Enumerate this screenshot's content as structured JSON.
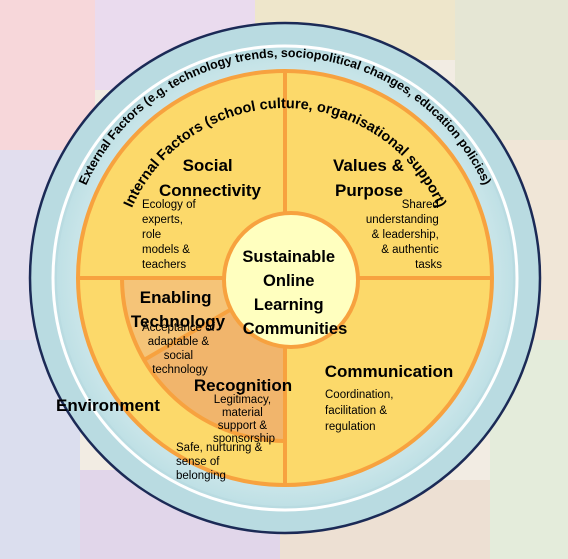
{
  "outer_ring": {
    "label": "External Factors (e.g. technology trends, sociopolitical changes, education policies)"
  },
  "inner_ring": {
    "label": "Internal Factors (school culture, organisational support)"
  },
  "center": {
    "lines": [
      "Sustainable",
      "Online",
      "Learning",
      "Communities"
    ]
  },
  "environment": {
    "label": "Environment",
    "lines": [
      "Safe, nurturing &",
      "sense of",
      "belonging"
    ]
  },
  "social": {
    "title": [
      "Social",
      "Connectivity"
    ],
    "desc": [
      "Ecology of",
      "experts,",
      "role",
      "models &",
      "teachers"
    ]
  },
  "values": {
    "title": [
      "Values &",
      "Purpose"
    ],
    "desc": [
      "Shared",
      "understanding",
      "& leadership,",
      "& authentic",
      "tasks"
    ]
  },
  "technology": {
    "title": [
      "Enabling",
      "Technology"
    ],
    "desc": [
      "Acceptance of",
      "adaptable &",
      "social",
      "technology"
    ]
  },
  "recognition": {
    "title": "Recognition",
    "desc": [
      "Legitimacy,",
      "material",
      "support &",
      "sponsorship"
    ]
  },
  "communication": {
    "title": "Communication",
    "desc": [
      "Coordination,",
      "facilitation &",
      "regulation"
    ]
  },
  "colors": {
    "outer_ring": "#b9dbe1",
    "inner_ring": "#d2e8ea",
    "quadrant_fill": "#fcd96a",
    "technology_fill": "#f5c478",
    "recognition_fill": "#f1b56c",
    "border": "#f7a23f",
    "center_fill": "#ffffbf"
  }
}
